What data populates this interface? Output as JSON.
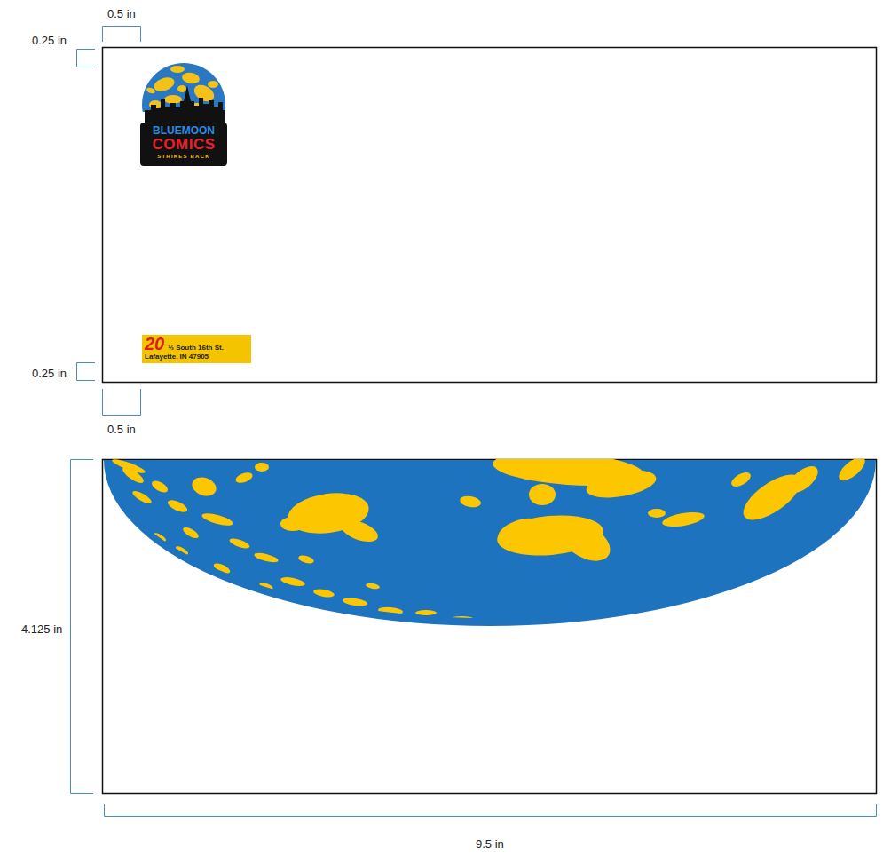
{
  "diagram": {
    "nodes": [
      {
        "text": [
          "BLUEMOON",
          "COMICS",
          "STRIKES BACK"
        ]
      },
      {
        "text": [
          "20",
          "½ South 16th St.",
          "Lafayette, IN 47905"
        ]
      }
    ],
    "labels": [
      "0.5 in",
      "0.25 in",
      "0.25 in",
      "0.5 in",
      "4.125 in",
      "9.5 in"
    ]
  }
}
